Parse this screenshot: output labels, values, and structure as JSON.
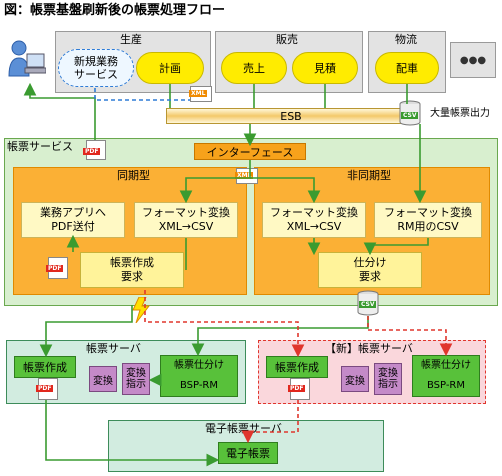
{
  "title": "図：帳票基盤刷新後の帳票処理フロー",
  "top": {
    "seisan": "生産",
    "hanbai": "販売",
    "butsuryu": "物流",
    "new_service": "新規業務\nサービス",
    "keikaku": "計画",
    "uriage": "売上",
    "mitsumori": "見積",
    "haisha": "配車",
    "dots": "●●●"
  },
  "esb": "ESB",
  "bulk_output": "大量帳票出力",
  "cho_service": "帳票サービス",
  "interface": "インターフェース",
  "sync": "同期型",
  "async": "非同期型",
  "gyomu_pdf": "業務アプリへ\nPDF送付",
  "fmt_sync": "フォーマット変換\nXML→CSV",
  "fmt_async1": "フォーマット変換\nXML→CSV",
  "fmt_async2": "フォーマット変換\nRM用のCSV",
  "sakusei_req": "帳票作成\n要求",
  "shiwake_req": "仕分け\n要求",
  "server_old": "帳票サーバ",
  "server_new": "【新】帳票サーバ",
  "sakusei": "帳票作成",
  "henkan": "変換",
  "henkan_shiji": "変換\n指示",
  "shiwake": "帳票仕分け\n\nBSP-RM",
  "denshi_server": "電子帳票サーバ",
  "denshi": "電子帳票",
  "file_labels": {
    "xml": "XML",
    "csv": "CSV",
    "pdf": "PDF"
  }
}
